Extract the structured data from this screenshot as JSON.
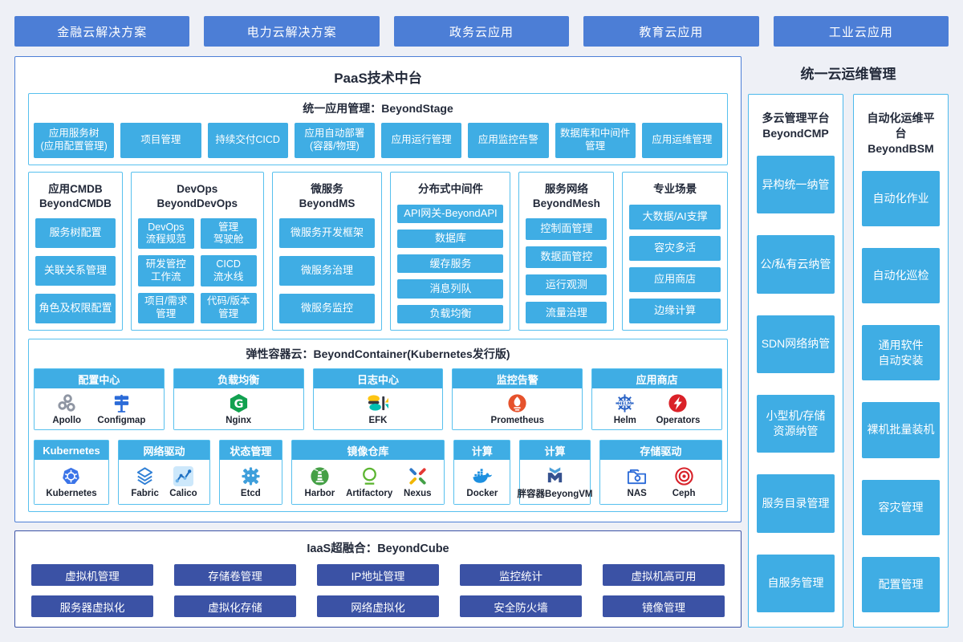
{
  "colors": {
    "background": "#eef0f6",
    "royal_blue": "#4c7ed6",
    "light_blue": "#3fade4",
    "light_border": "#57c0ee",
    "dark_navy": "#3b52a5",
    "text_dark": "#232a3a"
  },
  "top_nav": {
    "items": [
      "金融云解决方案",
      "电力云解决方案",
      "政务云应用",
      "教育云应用",
      "工业云应用"
    ]
  },
  "paas": {
    "title": "PaaS技术中台",
    "stage": {
      "title": "统一应用管理：BeyondStage",
      "items": [
        "应用服务树\n(应用配置管理)",
        "项目管理",
        "持续交付CICD",
        "应用自动部署\n(容器/物理)",
        "应用运行管理",
        "应用监控告警",
        "数据库和中间件\n管理",
        "应用运维管理"
      ]
    },
    "columns": [
      {
        "title": "应用CMDB\nBeyondCMDB",
        "items": [
          "服务树配置",
          "关联关系管理",
          "角色及权限配置"
        ]
      },
      {
        "title": "DevOps\nBeyondDevOps",
        "items": [
          "DevOps\n流程规范",
          "管理\n驾驶舱",
          "研发管控\n工作流",
          "CICD\n流水线",
          "项目/需求\n管理",
          "代码/版本\n管理"
        ]
      },
      {
        "title": "微服务\nBeyondMS",
        "items": [
          "微服务开发框架",
          "微服务治理",
          "微服务监控"
        ]
      },
      {
        "title": "分布式中间件",
        "items": [
          "API网关-BeyondAPI",
          "数据库",
          "缓存服务",
          "消息列队",
          "负载均衡"
        ]
      },
      {
        "title": "服务网络\nBeyondMesh",
        "items": [
          "控制面管理",
          "数据面管控",
          "运行观测",
          "流量治理"
        ]
      },
      {
        "title": "专业场景",
        "items": [
          "大数据/AI支撑",
          "容灾多活",
          "应用商店",
          "边缘计算"
        ]
      }
    ],
    "container": {
      "title": "弹性容器云：BeyondContainer(Kubernetes发行版)",
      "row1": [
        {
          "header": "配置中心",
          "tools": [
            {
              "name": "Apollo",
              "icon": "apollo-icon"
            },
            {
              "name": "Configmap",
              "icon": "configmap-icon"
            }
          ]
        },
        {
          "header": "负载均衡",
          "tools": [
            {
              "name": "Nginx",
              "icon": "nginx-icon"
            }
          ]
        },
        {
          "header": "日志中心",
          "tools": [
            {
              "name": "EFK",
              "icon": "efk-icon"
            }
          ]
        },
        {
          "header": "监控告警",
          "tools": [
            {
              "name": "Prometheus",
              "icon": "prometheus-icon"
            }
          ]
        },
        {
          "header": "应用商店",
          "tools": [
            {
              "name": "Helm",
              "icon": "helm-icon"
            },
            {
              "name": "Operators",
              "icon": "operators-icon"
            }
          ]
        }
      ],
      "row2": [
        {
          "header": "Kubernetes",
          "tools": [
            {
              "name": "Kubernetes",
              "icon": "kubernetes-icon"
            }
          ]
        },
        {
          "header": "网络驱动",
          "tools": [
            {
              "name": "Fabric",
              "icon": "fabric-icon"
            },
            {
              "name": "Calico",
              "icon": "calico-icon"
            }
          ]
        },
        {
          "header": "状态管理",
          "tools": [
            {
              "name": "Etcd",
              "icon": "etcd-icon"
            }
          ]
        },
        {
          "header": "镜像仓库",
          "tools": [
            {
              "name": "Harbor",
              "icon": "harbor-icon"
            },
            {
              "name": "Artifactory",
              "icon": "artifactory-icon"
            },
            {
              "name": "Nexus",
              "icon": "nexus-icon"
            }
          ]
        },
        {
          "header": "计算",
          "tools": [
            {
              "name": "Docker",
              "icon": "docker-icon"
            }
          ]
        },
        {
          "header": "计算",
          "tools": [
            {
              "name": "胖容器BeyongVM",
              "icon": "beyongvm-icon"
            }
          ]
        },
        {
          "header": "存储驱动",
          "tools": [
            {
              "name": "NAS",
              "icon": "nas-icon"
            },
            {
              "name": "Ceph",
              "icon": "ceph-icon"
            }
          ]
        }
      ]
    }
  },
  "iaas": {
    "title": "IaaS超融合：BeyondCube",
    "row1": [
      "虚拟机管理",
      "存储卷管理",
      "IP地址管理",
      "监控统计",
      "虚拟机高可用"
    ],
    "row2": [
      "服务器虚拟化",
      "虚拟化存储",
      "网络虚拟化",
      "安全防火墙",
      "镜像管理"
    ]
  },
  "ops": {
    "title": "统一云运维管理",
    "columns": [
      {
        "header": "多云管理平台\nBeyondCMP",
        "items": [
          "异构统一纳管",
          "公/私有云纳管",
          "SDN网络纳管",
          "小型机/存储\n资源纳管",
          "服务目录管理",
          "自服务管理"
        ]
      },
      {
        "header": "自动化运维平台\nBeyondBSM",
        "items": [
          "自动化作业",
          "自动化巡检",
          "通用软件\n自动安装",
          "裸机批量装机",
          "容灾管理",
          "配置管理"
        ]
      }
    ]
  }
}
